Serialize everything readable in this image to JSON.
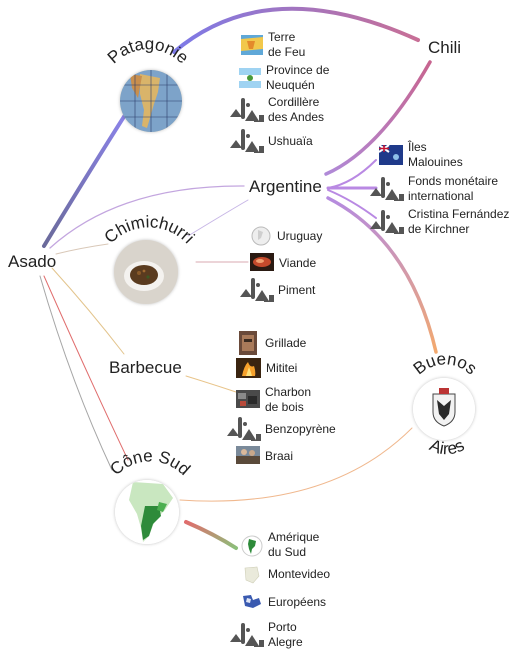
{
  "nodes": {
    "asado": "Asado",
    "patagonie": "Patagonie",
    "chili": "Chili",
    "argentine": "Argentine",
    "chimichurri": "Chimichurri",
    "barbecue": "Barbecue",
    "buenos_top": "Buenos",
    "buenos_bottom": "Aires",
    "cone_sud": "Cône Sud"
  },
  "leaves": {
    "terre_de_feu": "Terre\nde Feu",
    "neuquen": "Province de\nNeuquén",
    "cordillere": "Cordillère\ndes Andes",
    "ushuaia": "Ushuaïa",
    "malouines": "Îles\nMalouines",
    "fmi": "Fonds monétaire\ninternational",
    "kirchner": "Cristina Fernández\nde Kirchner",
    "uruguay": "Uruguay",
    "viande": "Viande",
    "piment": "Piment",
    "grillade": "Grillade",
    "mititei": "Mititei",
    "charbon": "Charbon\nde bois",
    "benzopyrene": "Benzopyrène",
    "braai": "Braai",
    "amerique_sud": "Amérique\ndu Sud",
    "montevideo": "Montevideo",
    "europeens": "Européens",
    "porto_alegre": "Porto\nAlegre"
  },
  "colors": {
    "edge_patagonie": "#8a7fe0",
    "edge_chili": "#c7648f",
    "edge_argentine": "#b98adf",
    "edge_buenos": "#f3a96e",
    "edge_barbecue": "#e3c48c",
    "edge_cone": "#e88a88",
    "edge_cone_leaves": "#8bbf7a"
  }
}
